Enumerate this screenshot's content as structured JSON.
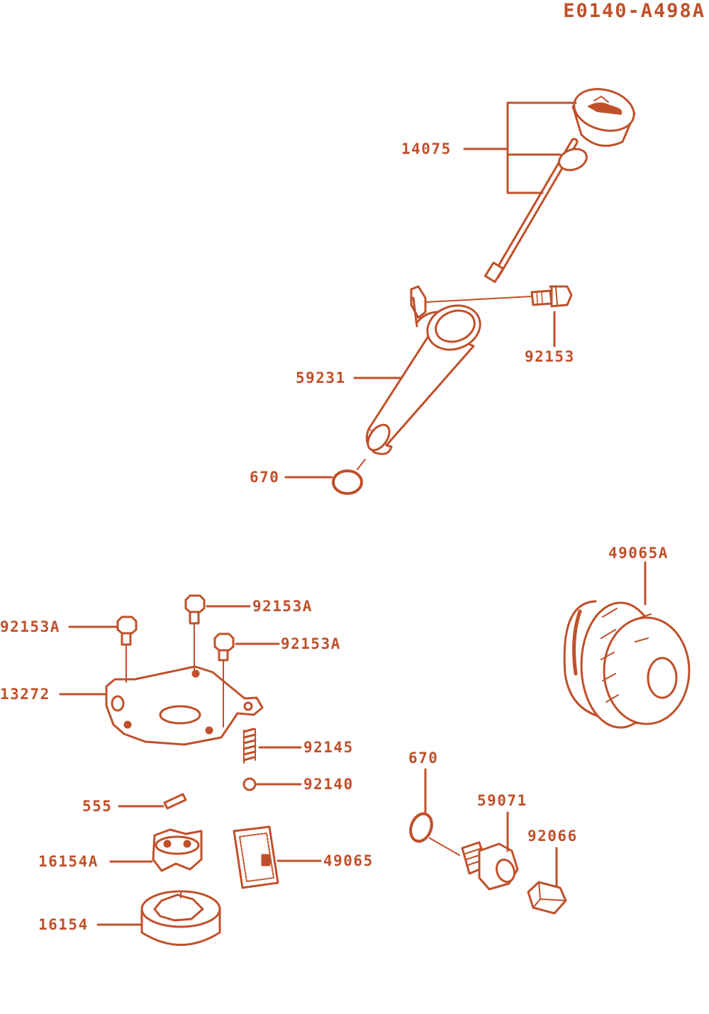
{
  "colors": {
    "ink": "#c0502a",
    "background": "#ffffff"
  },
  "diagram_id": "E0140-A498A",
  "labels": {
    "p14075": "14075",
    "p92153": "92153",
    "p59231": "59231",
    "p670_top": "670",
    "p49065A": "49065A",
    "p92153A_1": "92153A",
    "p92153A_2": "92153A",
    "p92153A_3": "92153A",
    "p13272": "13272",
    "p92145": "92145",
    "p92140": "92140",
    "p555": "555",
    "p670_bottom": "670",
    "p59071": "59071",
    "p92066": "92066",
    "p16154A": "16154A",
    "p49065": "49065",
    "p16154": "16154"
  }
}
